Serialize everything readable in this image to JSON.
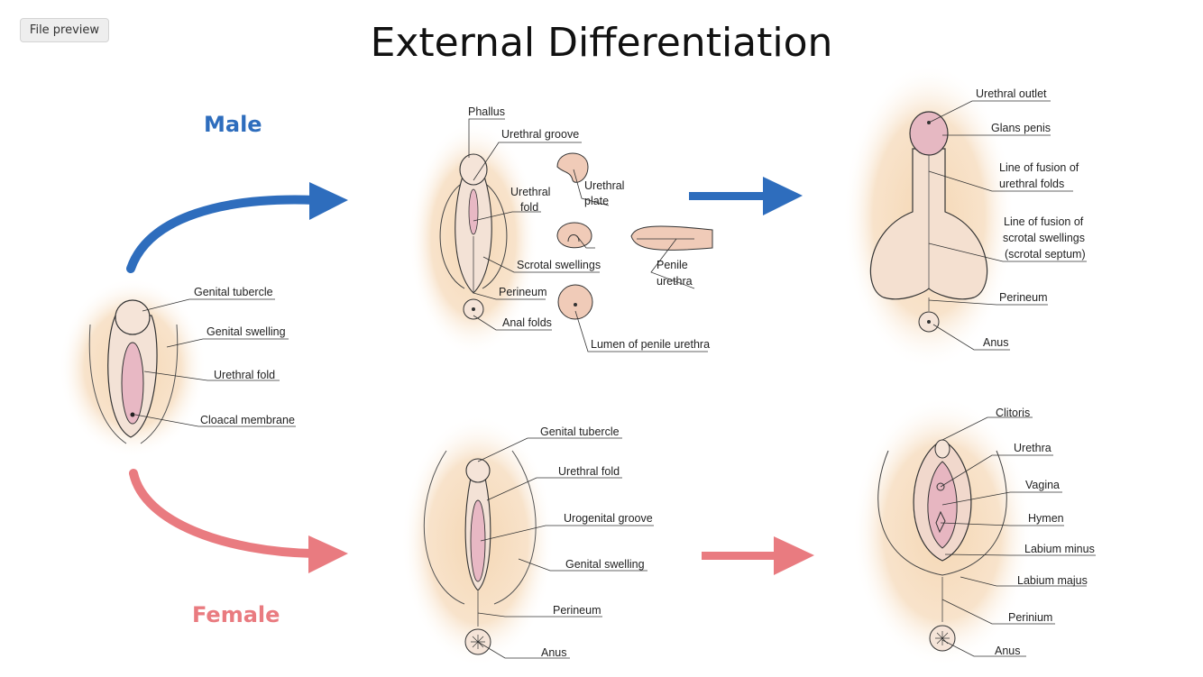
{
  "toolbar": {
    "preview_label": "File preview"
  },
  "title": "External Differentiation",
  "sex_labels": {
    "male": "Male",
    "female": "Female"
  },
  "colors": {
    "male": "#2e6dbd",
    "female": "#e97b80",
    "skin": "#f7dfc0",
    "tissue": "#f0ddd0",
    "pink": "#e9bcc6"
  },
  "indifferent": {
    "genital_tubercle": "Genital tubercle",
    "genital_swelling": "Genital swelling",
    "urethral_fold": "Urethral fold",
    "cloacal_membrane": "Cloacal membrane"
  },
  "male_intermediate": {
    "phallus": "Phallus",
    "urethral_groove": "Urethral groove",
    "urethral_fold_1": "Urethral",
    "urethral_fold_2": "fold",
    "urethral_plate_1": "Urethral",
    "urethral_plate_2": "plate",
    "scrotal_swellings": "Scrotal swellings",
    "perineum": "Perineum",
    "anal_folds": "Anal folds",
    "penile_urethra_1": "Penile",
    "penile_urethra_2": "urethra",
    "lumen_penile_urethra": "Lumen of penile urethra"
  },
  "male_final": {
    "urethral_outlet": "Urethral outlet",
    "glans_penis": "Glans penis",
    "fusion_folds_1": "Line of fusion of",
    "fusion_folds_2": "urethral folds",
    "fusion_swellings_1": "Line of fusion of",
    "fusion_swellings_2": "scrotal swellings",
    "fusion_swellings_3": "(scrotal septum)",
    "perineum": "Perineum",
    "anus": "Anus"
  },
  "female_intermediate": {
    "genital_tubercle": "Genital tubercle",
    "urethral_fold": "Urethral fold",
    "urogenital_groove": "Urogenital groove",
    "genital_swelling": "Genital swelling",
    "perineum": "Perineum",
    "anus": "Anus"
  },
  "female_final": {
    "clitoris": "Clitoris",
    "urethra": "Urethra",
    "vagina": "Vagina",
    "hymen": "Hymen",
    "labium_minus": "Labium minus",
    "labium_majus": "Labium majus",
    "perinium": "Perinium",
    "anus": "Anus"
  }
}
